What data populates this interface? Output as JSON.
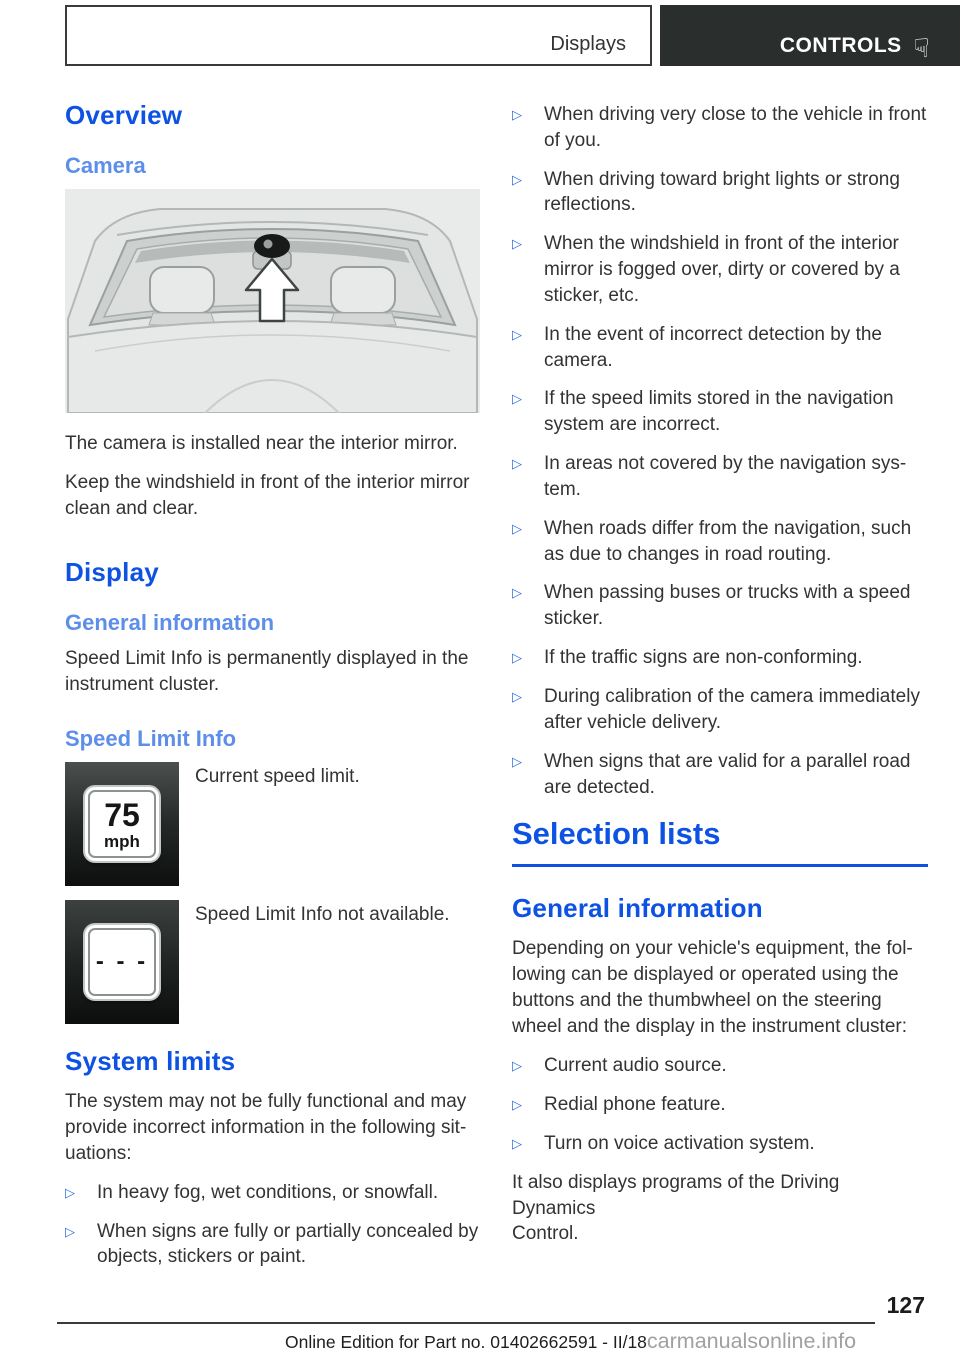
{
  "icons": {
    "bullet": "▷",
    "hand": "☟"
  },
  "colors": {
    "heading_strong": "#0d52e2",
    "heading_light": "#5d8ee9",
    "bullet_blue": "#2f6ce0",
    "tab_dark": "#2a2e2d"
  },
  "header": {
    "left_tab": "Displays",
    "right_tab": "CONTROLS"
  },
  "left": {
    "overview_heading": "Overview",
    "camera_heading": "Camera",
    "camera_note": "The camera is installed near the interior mirror.",
    "windshield_note": "Keep the windshield in front of the interior mirror\nclean and clear.",
    "display_heading": "Display",
    "general_info_heading": "General information",
    "general_info_text": "Speed Limit Info is permanently displayed in the\ninstrument cluster.",
    "speed_limit_heading": "Speed Limit Info",
    "sign_current": {
      "value": "75",
      "unit": "mph",
      "caption": "Current speed limit."
    },
    "sign_unavailable": {
      "value": "- - -",
      "caption": "Speed Limit Info not available."
    },
    "system_limits_heading": "System limits",
    "system_limits_intro": "The system may not be fully functional and may\nprovide incorrect information in the following sit-\nuations:",
    "system_limits_bullets": [
      "In heavy fog, wet conditions, or snowfall.",
      "When signs are fully or partially concealed by\nobjects, stickers or paint."
    ]
  },
  "right": {
    "system_limit_bullets": [
      "When driving very close to the vehicle in front\nof you.",
      "When driving toward bright lights or strong\nreflections.",
      "When the windshield in front of the interior\nmirror is fogged over, dirty or covered by a\nsticker, etc.",
      "In the event of incorrect detection by the\ncamera.",
      "If the speed limits stored in the navigation\nsystem are incorrect.",
      "In areas not covered by the navigation sys-\ntem.",
      "When roads differ from the navigation, such\nas due to changes in road routing.",
      "When passing buses or trucks with a speed\nsticker.",
      "If the traffic signs are non-conforming.",
      "During calibration of the camera immediately\nafter vehicle delivery.",
      "When signs that are valid for a parallel road\nare detected."
    ],
    "selection_lists_heading": "Selection lists",
    "general_info_heading": "General information",
    "general_info_text": "Depending on your vehicle's equipment, the fol-\nlowing can be displayed or operated using the\nbuttons and the thumbwheel on the steering\nwheel and the display in the instrument cluster:",
    "feature_bullets": [
      "Current audio source.",
      "Redial phone feature.",
      "Turn on voice activation system."
    ],
    "closing_text": "It also displays programs of the Driving Dynamics\nControl."
  },
  "footer": {
    "page_number": "127",
    "edition_note": "Online Edition for Part no. 01402662591 - II/18",
    "watermark": "carmanualsonline.info"
  }
}
